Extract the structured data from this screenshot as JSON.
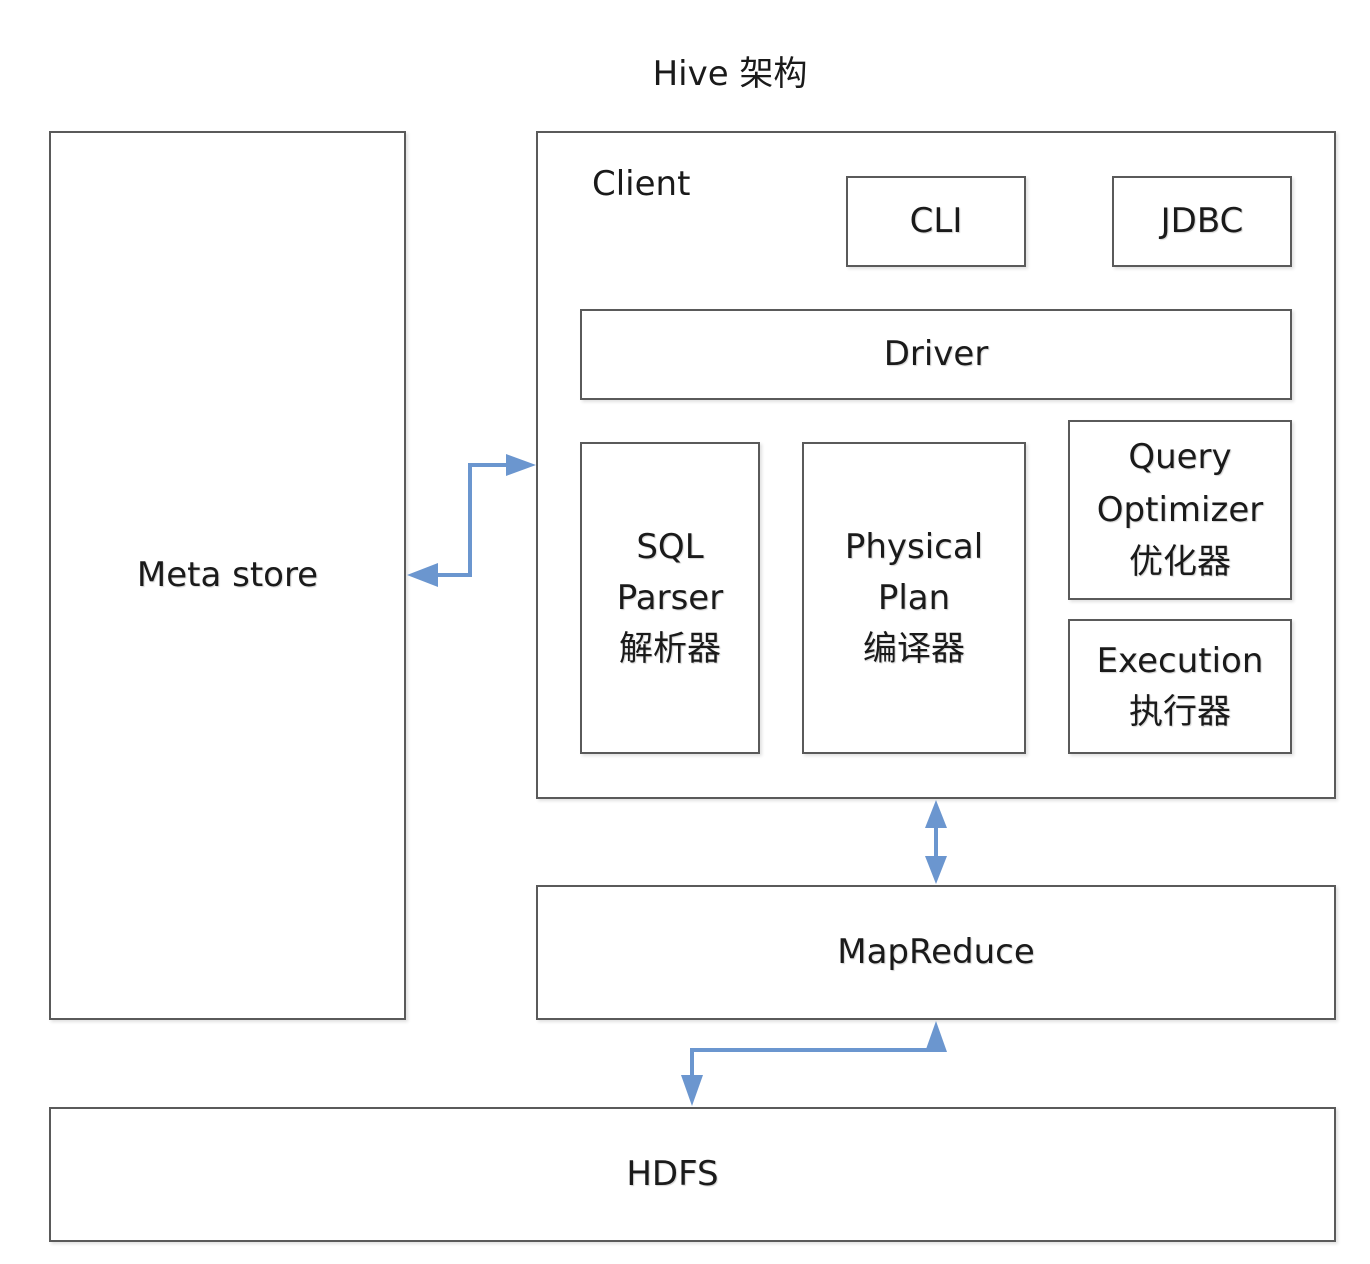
{
  "title": "Hive 架构",
  "nodes": {
    "metastore": "Meta store",
    "client": "Client",
    "cli": "CLI",
    "jdbc": "JDBC",
    "driver": "Driver",
    "sql_parser": "SQL\nParser\n解析器",
    "physical_plan": "Physical\nPlan\n编译器",
    "query_optimizer": "Query\nOptimizer\n优化器",
    "execution": "Execution\n执行器",
    "mapreduce": "MapReduce",
    "hdfs": "HDFS"
  },
  "edges": [
    {
      "from": "metastore",
      "to": "client",
      "direction": "bidirectional"
    },
    {
      "from": "client",
      "to": "mapreduce",
      "direction": "bidirectional"
    },
    {
      "from": "mapreduce",
      "to": "hdfs",
      "direction": "bidirectional"
    }
  ],
  "colors": {
    "arrow": "#6b96cf",
    "border": "#5a5a5a"
  }
}
